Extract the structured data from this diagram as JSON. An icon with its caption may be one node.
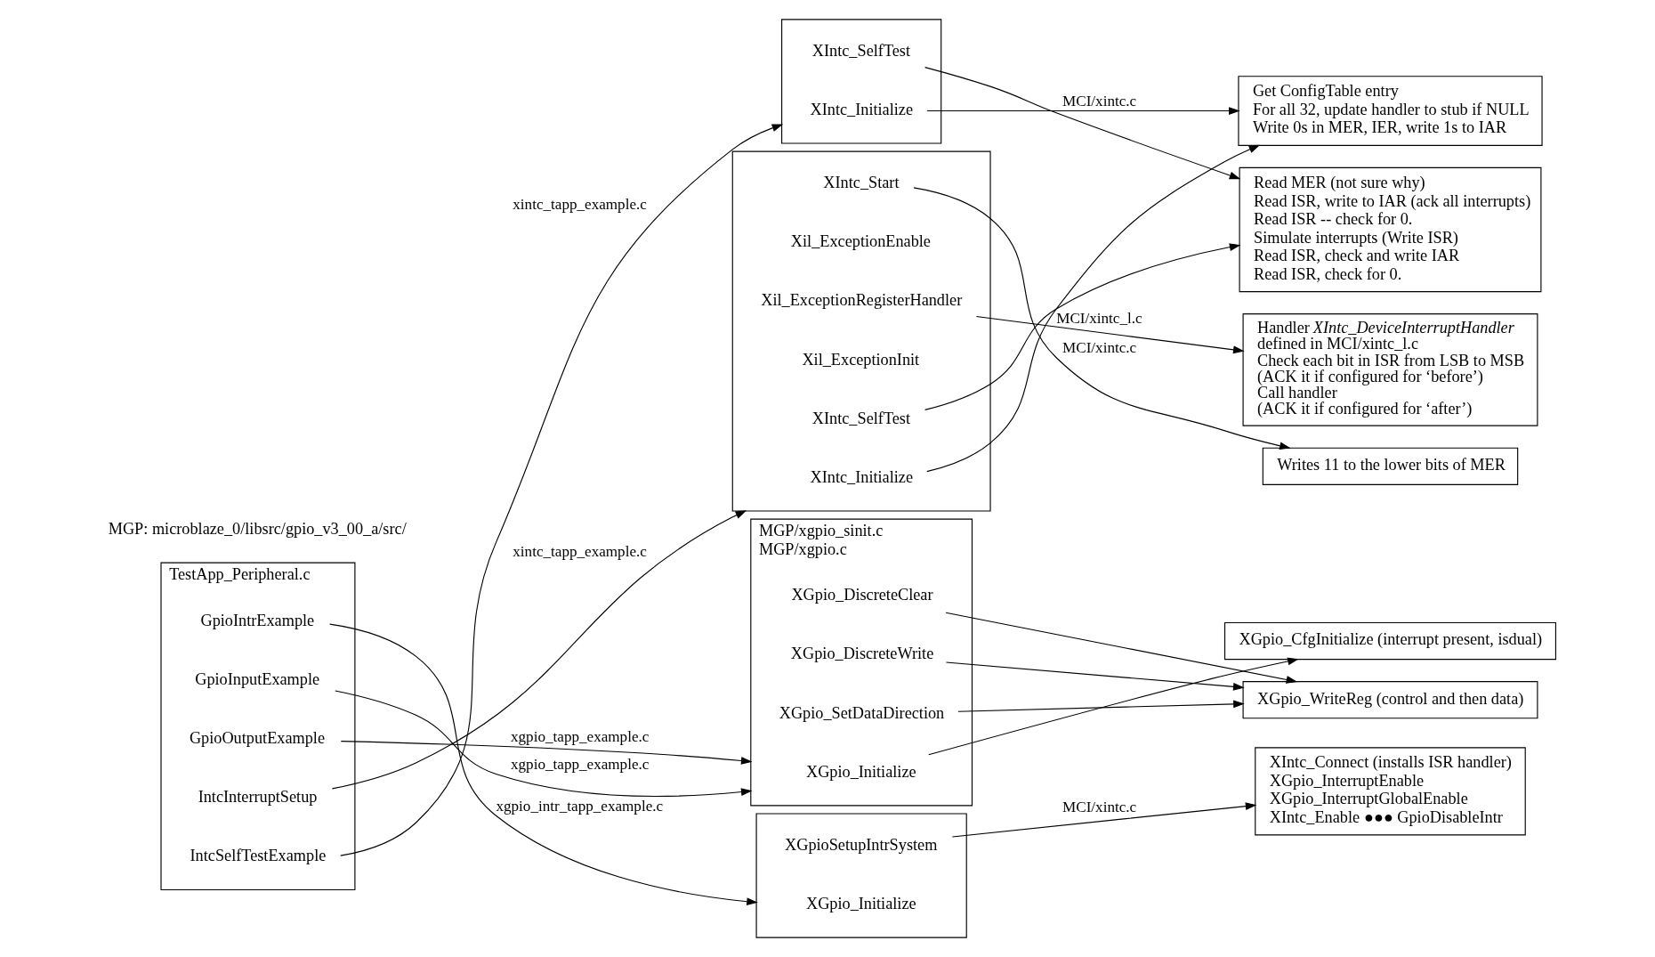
{
  "diagram": {
    "nodes": [
      {
        "text": [
          "TestApp_Peripheral.c"
        ]
      },
      {
        "text": [
          "IntcSelfTestExample"
        ],
        "in": 0
      },
      {
        "text": [
          "IntcInterruptSetup"
        ],
        "in": 0
      },
      {
        "text": [
          "GpioOutputExample"
        ],
        "in": 0
      },
      {
        "text": [
          "GpioInputExample"
        ],
        "in": 0
      },
      {
        "text": [
          "GpioIntrExample"
        ],
        "in": 0
      },
      {
        "text": [],
        "shape": "box"
      },
      {
        "text": [
          "XIntc_Initialize"
        ],
        "in": 6
      },
      {
        "text": [
          "XIntc_SelfTest"
        ],
        "in": 6
      },
      {
        "text": [],
        "shape": "box"
      },
      {
        "text": [
          "XIntc_Initialize"
        ],
        "in": 9
      },
      {
        "text": [
          "XIntc_SelfTest"
        ],
        "in": 9
      },
      {
        "text": [
          "Xil_ExceptionInit"
        ],
        "in": 9
      },
      {
        "text": [
          "Xil_ExceptionRegisterHandler"
        ],
        "in": 9
      },
      {
        "text": [
          "Xil_ExceptionEnable"
        ],
        "in": 9
      },
      {
        "text": [
          "XIntc_Start"
        ],
        "in": 9
      },
      {
        "text": [
          "Get ConfigTable entry",
          "For all 32, update handler to stub if NULL",
          "Write 0s in MER, IER, write 1s to IAR"
        ]
      },
      {
        "text": [
          "Read MER (not sure why)",
          "Read ISR, write to IAR (ack all interrupts)",
          "Read ISR -- check for 0.",
          "Simulate interrupts (Write ISR)",
          "Read ISR, check and write IAR",
          "Read ISR, check for 0."
        ]
      },
      {
        "text": [
          "Handler *XIntc_DeviceInterruptHandler*",
          "defined in MCI/xintc_l.c",
          "Check each bit in ISR from LSB to MSB",
          "(ACK it if configured for ‘before’)",
          "Call handler",
          "(ACK it if configured for ‘after’)"
        ]
      },
      {
        "text": [
          "Writes 11 to the lower bits of MER"
        ]
      },
      {
        "text": [],
        "shape": "box",
        "beside": [
          "MGP/xgpio_sinit.c",
          "MGP/xgpio.c"
        ]
      },
      {
        "text": [
          "XGpio_Initialize"
        ],
        "in": 20
      },
      {
        "text": [
          "XGpio_SetDataDirection"
        ],
        "in": 20
      },
      {
        "text": [
          "XGpio_DiscreteWrite"
        ],
        "in": 20
      },
      {
        "text": [
          "XGpio_DiscreteClear"
        ],
        "in": 20
      },
      {
        "text": [
          "XGpio_CfgInitialize (interrupt present, isdual)"
        ]
      },
      {
        "text": [
          "XGpio_WriteReg (control and then data)"
        ]
      },
      {
        "text": [],
        "shape": "box"
      },
      {
        "text": [
          "XGpio_Initialize"
        ],
        "in": 27
      },
      {
        "text": [
          "XGpioSetupIntrSystem"
        ],
        "in": 27
      },
      {
        "text": [
          "XIntc_Connect (installs ISR handler)",
          "XGpio_InterruptEnable",
          "XGpio_InterruptGlobalEnable",
          "XIntc_Enable ●●● GpioDisableIntr"
        ]
      }
    ],
    "edges": [
      {
        "from": 1,
        "to": 6,
        "arrow": "to",
        "label": "xintc_tapp_example.c"
      },
      {
        "from": 2,
        "to": 9,
        "arrow": "to",
        "label": "xintc_tapp_example.c"
      },
      {
        "from": 3,
        "to": 20,
        "arrow": "to",
        "label": "xgpio_tapp_example.c"
      },
      {
        "from": 4,
        "to": 20,
        "arrow": "to",
        "label": "xgpio_tapp_example.c"
      },
      {
        "from": 5,
        "to": 27,
        "arrow": "to",
        "label": "xgpio_intr_tapp_example.c"
      },
      {
        "from": 7,
        "to": 16,
        "arrow": "to",
        "label": "MCI/xintc.c"
      },
      {
        "from": 8,
        "to": 17,
        "arrow": "to"
      },
      {
        "from": 10,
        "to": 16,
        "arrow": "to"
      },
      {
        "from": 11,
        "to": 17,
        "arrow": "to"
      },
      {
        "from": 13,
        "to": 18,
        "arrow": "to",
        "label": "MCI/xintc_l.c"
      },
      {
        "from": 15,
        "to": 19,
        "arrow": "to",
        "label": "MCI/xintc.c"
      },
      {
        "from": 21,
        "to": 25,
        "arrow": "to"
      },
      {
        "from": 22,
        "to": 26,
        "arrow": "to"
      },
      {
        "from": 23,
        "to": 26,
        "arrow": "to"
      },
      {
        "from": 24,
        "to": 26,
        "arrow": "to"
      },
      {
        "from": 29,
        "to": 30,
        "arrow": "to",
        "label": "MCI/xintc.c"
      }
    ],
    "labels": [
      "MGP: microblaze_0/libsrc/gpio_v3_00_a/src/"
    ]
  }
}
